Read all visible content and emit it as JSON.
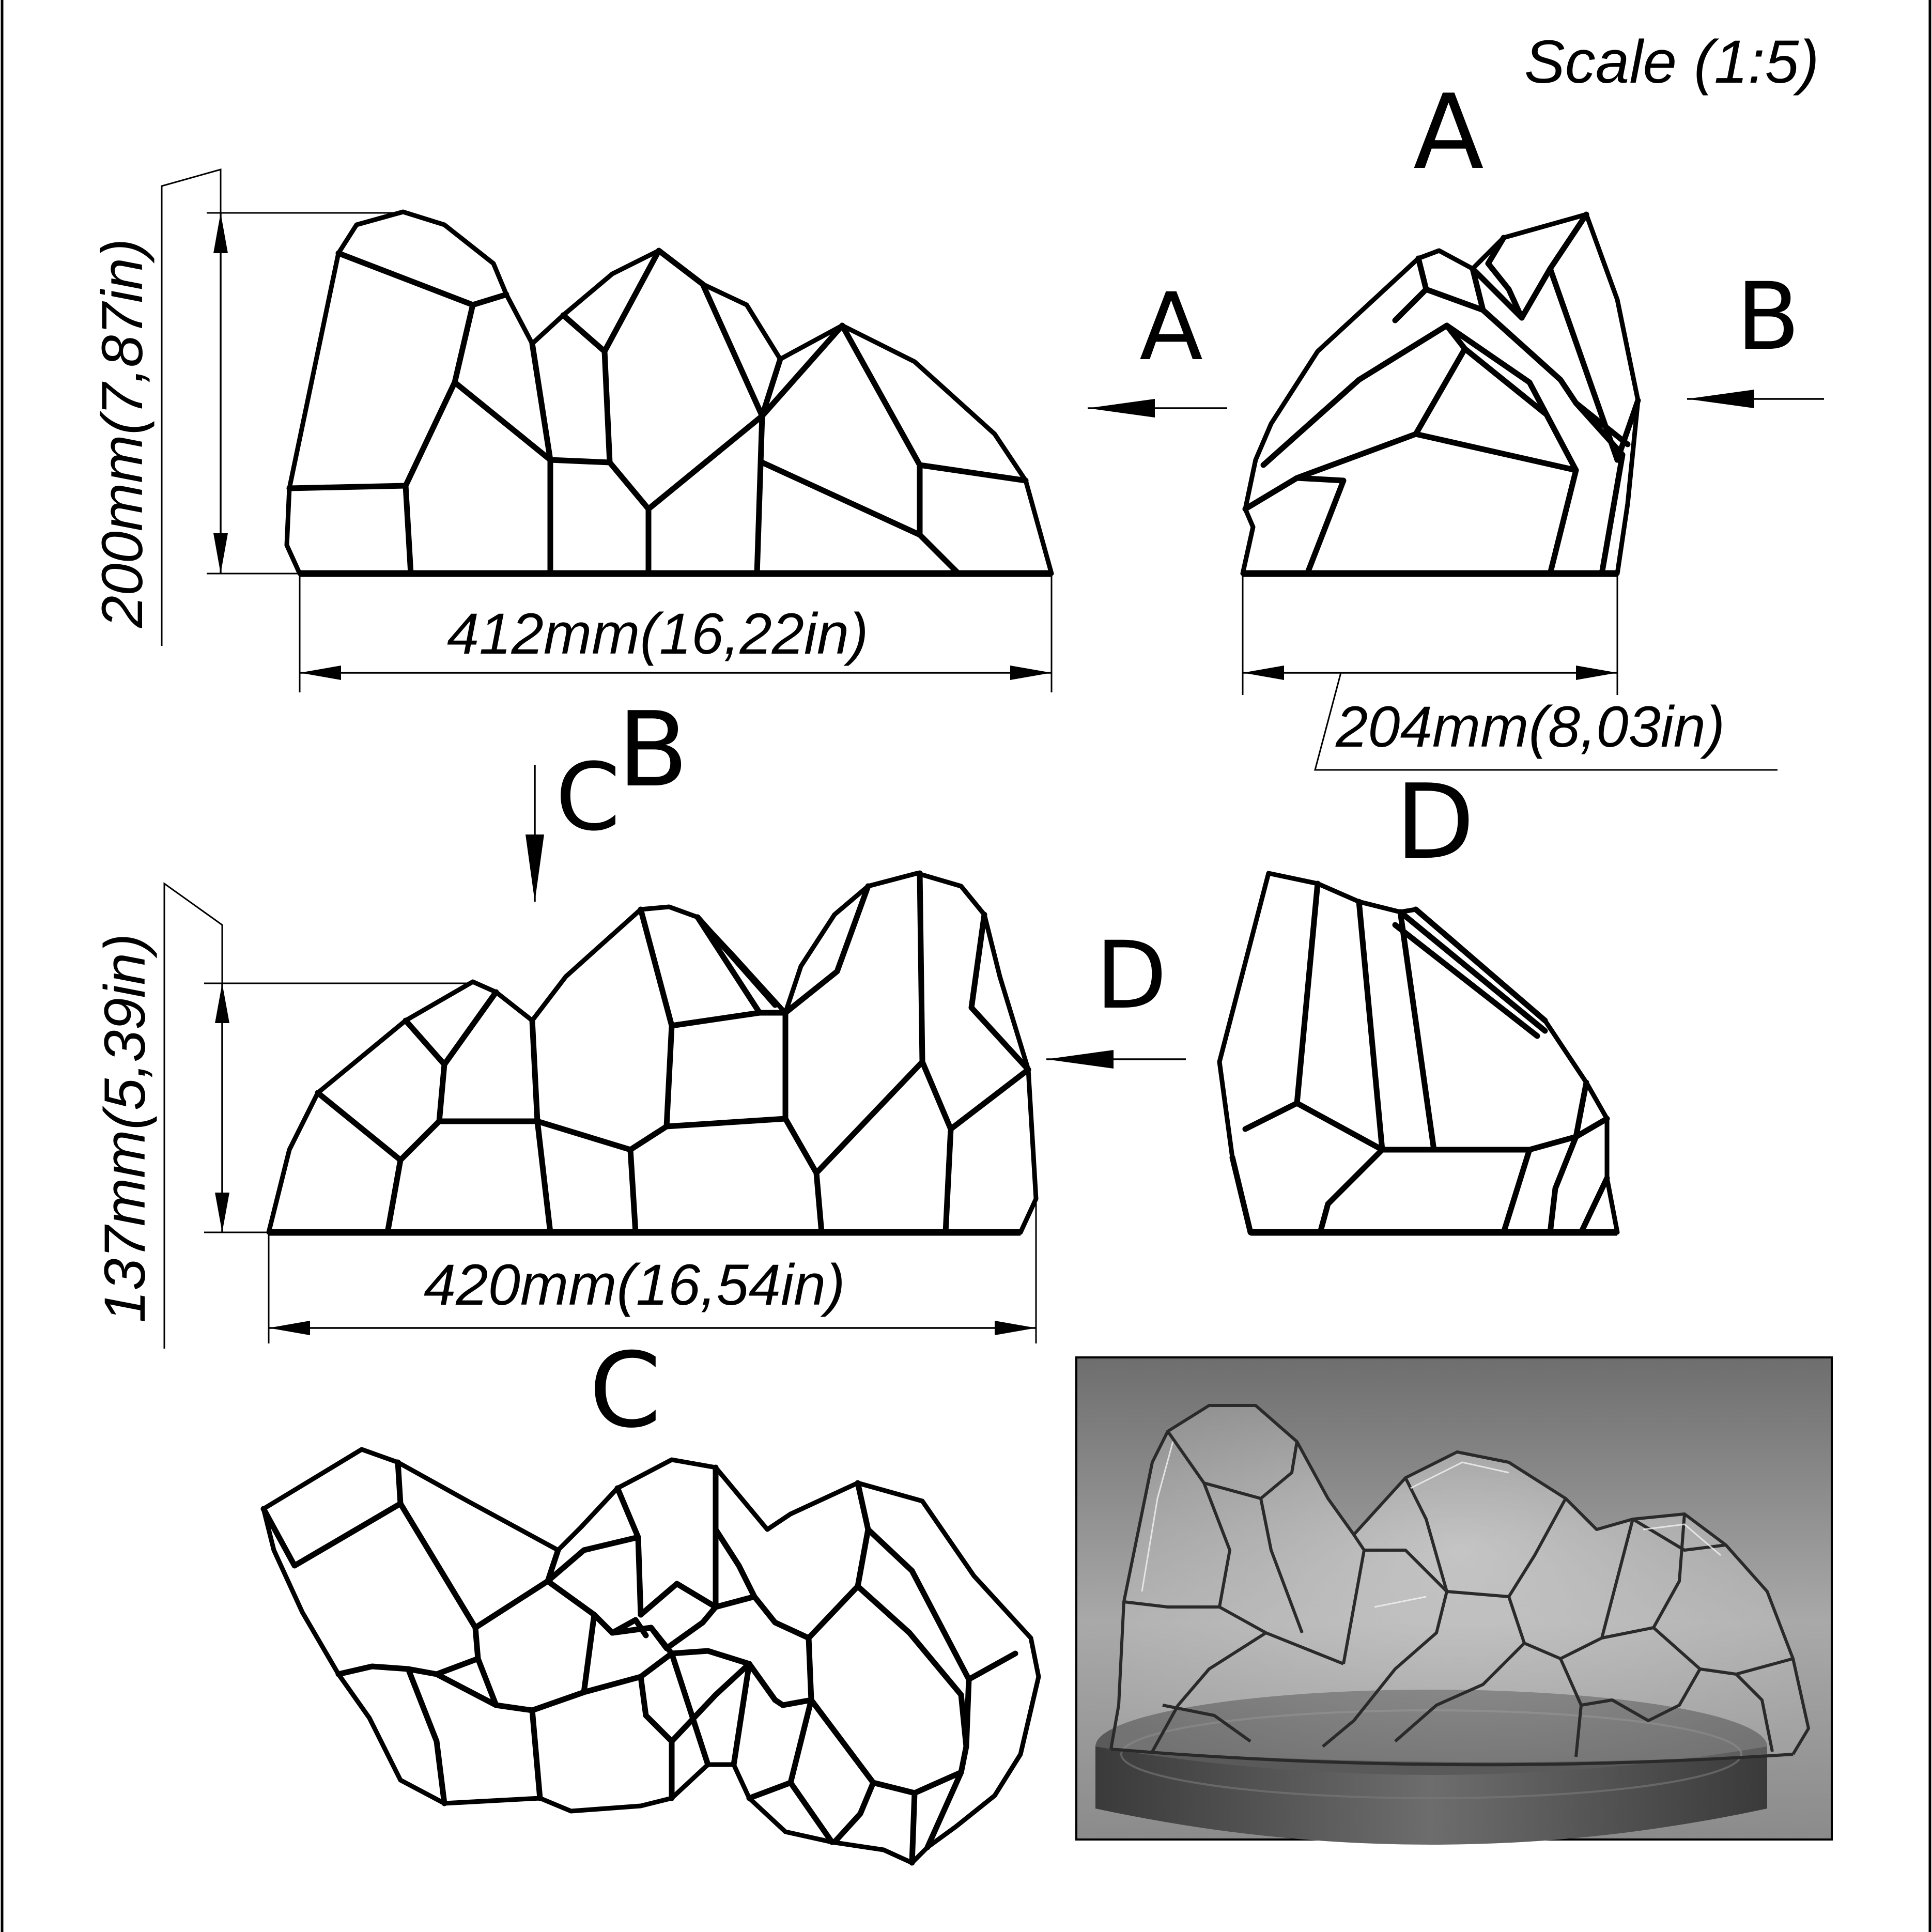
{
  "drawing": {
    "scale_label": "Scale (1:5)"
  },
  "views": {
    "front": {
      "height_label": "200mm(7,87in)",
      "width_label": "412mm(16,22in)"
    },
    "side_a": {
      "title": "A",
      "width_label": "204mm(8,03in)"
    },
    "side_b": {
      "title": "B",
      "height_label": "137mm(5,39in)",
      "width_label": "420mm(16,54in)"
    },
    "side_d": {
      "title": "D"
    },
    "top_c": {
      "title": "C"
    }
  },
  "arrows": {
    "a": "A",
    "b": "B",
    "c": "C",
    "d": "D"
  },
  "render": {
    "description_visible": false
  }
}
